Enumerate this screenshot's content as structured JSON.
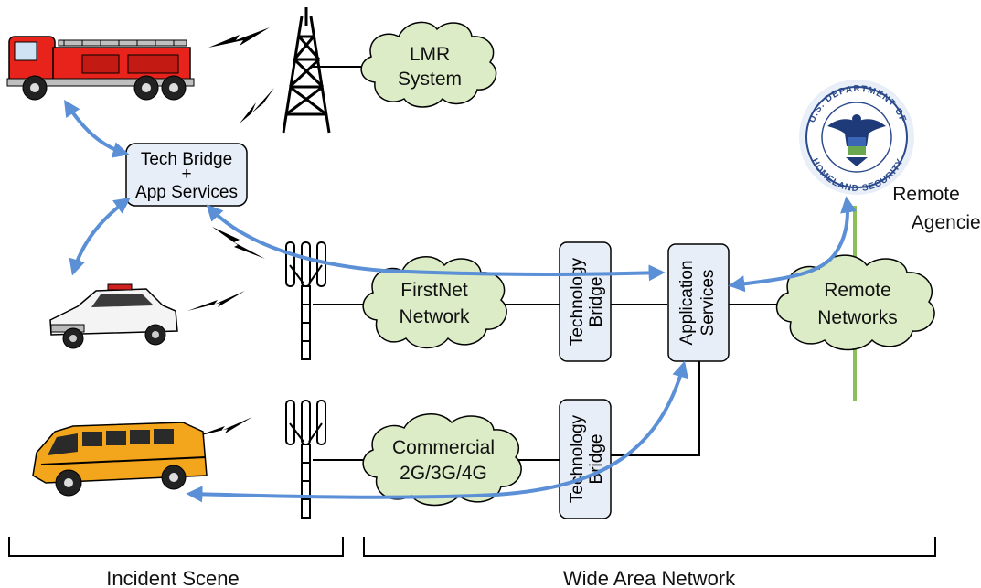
{
  "clouds": {
    "lmr": {
      "line1": "LMR",
      "line2": "System"
    },
    "firstnet": {
      "line1": "FirstNet",
      "line2": "Network"
    },
    "commercial": {
      "line1": "Commercial",
      "line2": "2G/3G/4G"
    },
    "remote_networks": {
      "line1": "Remote",
      "line2": "Networks"
    }
  },
  "boxes": {
    "tech_bridge_app": {
      "line1": "Tech Bridge",
      "line2": "+",
      "line3": "App Services"
    },
    "technology_bridge_top": {
      "line1": "Technology",
      "line2": "Bridge"
    },
    "technology_bridge_bottom": {
      "line1": "Technology",
      "line2": "Bridge"
    },
    "application_services": {
      "line1": "Application",
      "line2": "Services"
    }
  },
  "labels": {
    "remote_agencies_1": "Remote",
    "remote_agencies_2": "Agencies",
    "incident_scene": "Incident Scene",
    "wide_area_network": "Wide Area Network"
  },
  "seal": {
    "top_text": "U.S. DEPARTMENT OF",
    "bottom_text": "HOMELAND SECURITY"
  },
  "icons": [
    "fire-truck-icon",
    "police-car-icon",
    "school-bus-icon",
    "radio-tower-icon",
    "cell-tower-icon",
    "dhs-seal-icon",
    "wireless-signal-icon"
  ],
  "colors": {
    "cloud_fill": "#dbecc6",
    "box_fill": "#e8eef8",
    "arrow_blue": "#5b8fd6",
    "green_line": "#8cbf57"
  }
}
